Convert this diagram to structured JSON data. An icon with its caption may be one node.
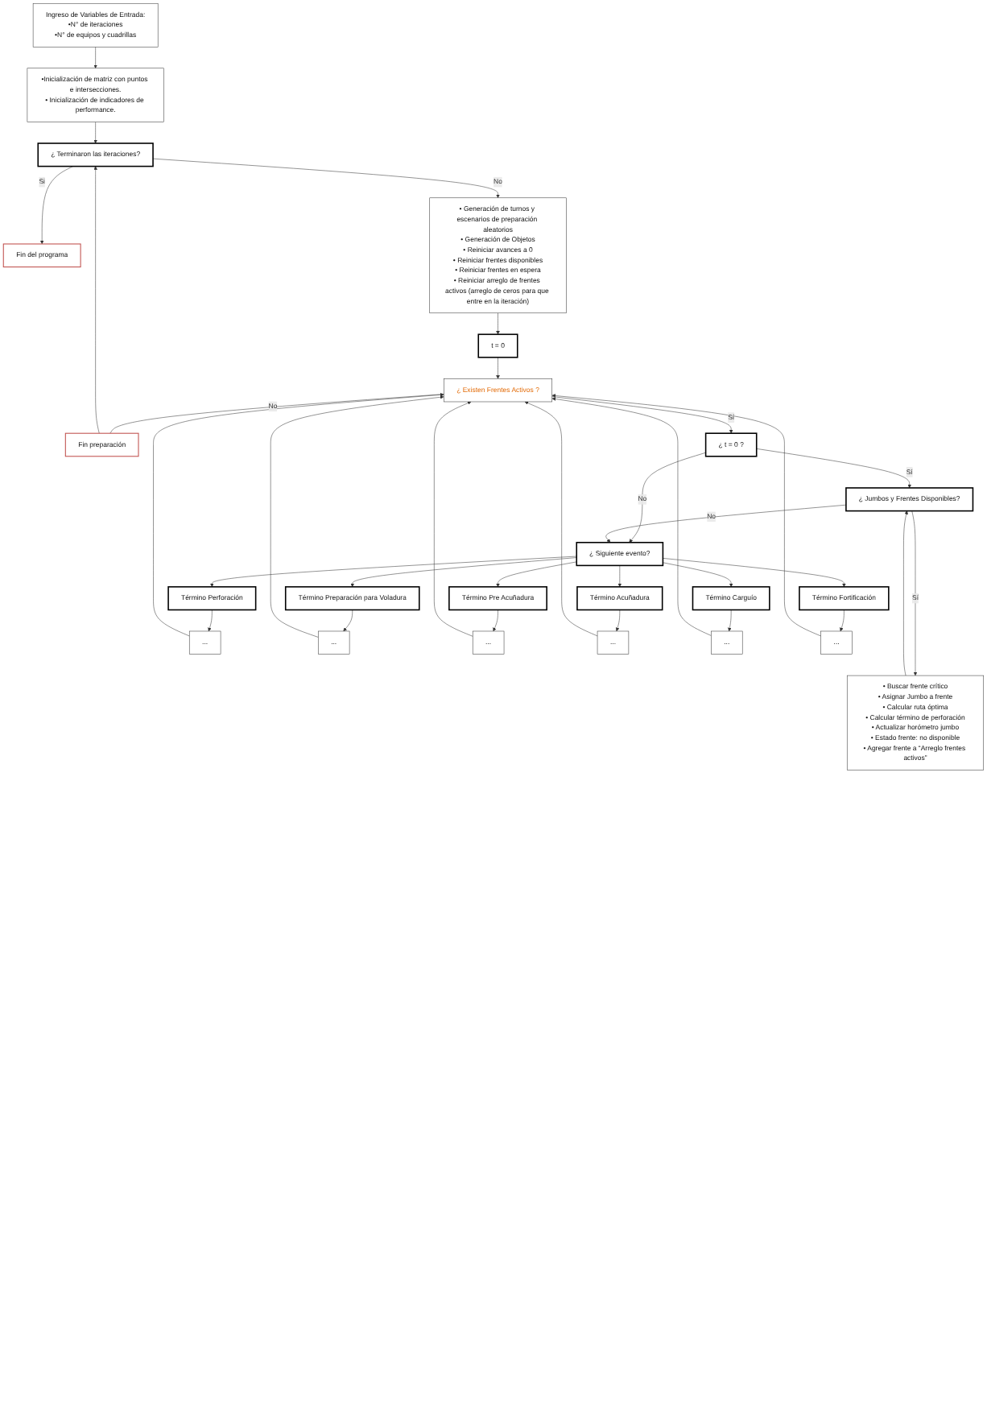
{
  "diagram": {
    "nodes": [
      {
        "text": [
          "Ingreso de Variables de Entrada:",
          "•N° de iteraciones",
          "•N° de equipos y cuadrillas"
        ]
      },
      {
        "text": [
          "•Inicialización de matriz con puntos e intersecciones.",
          "• Inicialización de indicadores de performance."
        ]
      },
      {
        "text": [
          "¿ Terminaron las iteraciones?"
        ]
      },
      {
        "text": [
          "Fin del programa"
        ]
      },
      {
        "text": [
          "• Generación de turnos y escenarios de preparación aleatorios",
          "• Generación de Objetos",
          "• Reiniciar avances a 0",
          "• Reiniciar frentes disponibles",
          "• Reiniciar frentes en espera",
          "• Reiniciar arreglo de frentes activos (arreglo de ceros para que entre en la iteración)"
        ]
      },
      {
        "text": [
          "t = 0"
        ]
      },
      {
        "text": [
          "¿ Existen Frentes Activos ?"
        ]
      },
      {
        "text": [
          "Fin preparación"
        ]
      },
      {
        "text": [
          "¿ t = 0 ?"
        ]
      },
      {
        "text": [
          "¿ Jumbos y Frentes Disponibles?"
        ]
      },
      {
        "text": [
          "¿ Siguiente evento?"
        ]
      },
      {
        "text": [
          "• Buscar frente crítico",
          "• Asignar Jumbo a frente",
          "• Calcular ruta óptima",
          "• Calcular término de perforación",
          "• Actualizar horómetro jumbo",
          "• Estado frente: no disponible",
          "• Agregar frente a “Arreglo frentes activos”"
        ]
      },
      {
        "text": [
          "Término Perforación"
        ]
      },
      {
        "text": [
          "Término Preparación para Voladura"
        ]
      },
      {
        "text": [
          "Término Pre Acuñadura"
        ]
      },
      {
        "text": [
          "Término Acuñadura"
        ]
      },
      {
        "text": [
          "Término Carguío"
        ]
      },
      {
        "text": [
          "Término Fortificación"
        ]
      },
      {
        "text": [
          "..."
        ]
      },
      {
        "text": [
          "..."
        ]
      },
      {
        "text": [
          "..."
        ]
      },
      {
        "text": [
          "..."
        ]
      },
      {
        "text": [
          "..."
        ]
      },
      {
        "text": [
          "..."
        ]
      }
    ],
    "edges": [
      {
        "from": 0,
        "to": 1,
        "arrow": "to"
      },
      {
        "from": 1,
        "to": 2,
        "arrow": "to"
      },
      {
        "from": 2,
        "to": 3,
        "arrow": "to",
        "label": "Si"
      },
      {
        "from": 2,
        "to": 4,
        "arrow": "to",
        "label": "No"
      },
      {
        "from": 4,
        "to": 5,
        "arrow": "to"
      },
      {
        "from": 5,
        "to": 6,
        "arrow": "to"
      },
      {
        "from": 6,
        "to": 8,
        "arrow": "to",
        "label": "Sí"
      },
      {
        "from": 6,
        "to": 7,
        "arrow": "none",
        "label": "No"
      },
      {
        "from": 7,
        "to": 2,
        "arrow": "to"
      },
      {
        "from": 8,
        "to": 9,
        "arrow": "to",
        "label": "Sí"
      },
      {
        "from": 8,
        "to": 10,
        "arrow": "to",
        "label": "No"
      },
      {
        "from": 9,
        "to": 10,
        "arrow": "to",
        "label": "No"
      },
      {
        "from": 9,
        "to": 11,
        "arrow": "to",
        "label": "Sí"
      },
      {
        "from": 11,
        "to": 9,
        "arrow": "to"
      },
      {
        "from": 10,
        "to": 12,
        "arrow": "to"
      },
      {
        "from": 10,
        "to": 13,
        "arrow": "to"
      },
      {
        "from": 10,
        "to": 14,
        "arrow": "to"
      },
      {
        "from": 10,
        "to": 15,
        "arrow": "to"
      },
      {
        "from": 10,
        "to": 16,
        "arrow": "to"
      },
      {
        "from": 10,
        "to": 17,
        "arrow": "to"
      },
      {
        "from": 12,
        "to": 18,
        "arrow": "to"
      },
      {
        "from": 13,
        "to": 19,
        "arrow": "to"
      },
      {
        "from": 14,
        "to": 20,
        "arrow": "to"
      },
      {
        "from": 15,
        "to": 21,
        "arrow": "to"
      },
      {
        "from": 16,
        "to": 22,
        "arrow": "to"
      },
      {
        "from": 17,
        "to": 23,
        "arrow": "to"
      },
      {
        "from": 18,
        "to": 6,
        "arrow": "to"
      },
      {
        "from": 19,
        "to": 6,
        "arrow": "to"
      },
      {
        "from": 20,
        "to": 6,
        "arrow": "to"
      },
      {
        "from": 21,
        "to": 6,
        "arrow": "to"
      },
      {
        "from": 22,
        "to": 6,
        "arrow": "to"
      },
      {
        "from": 23,
        "to": 6,
        "arrow": "to"
      }
    ]
  }
}
